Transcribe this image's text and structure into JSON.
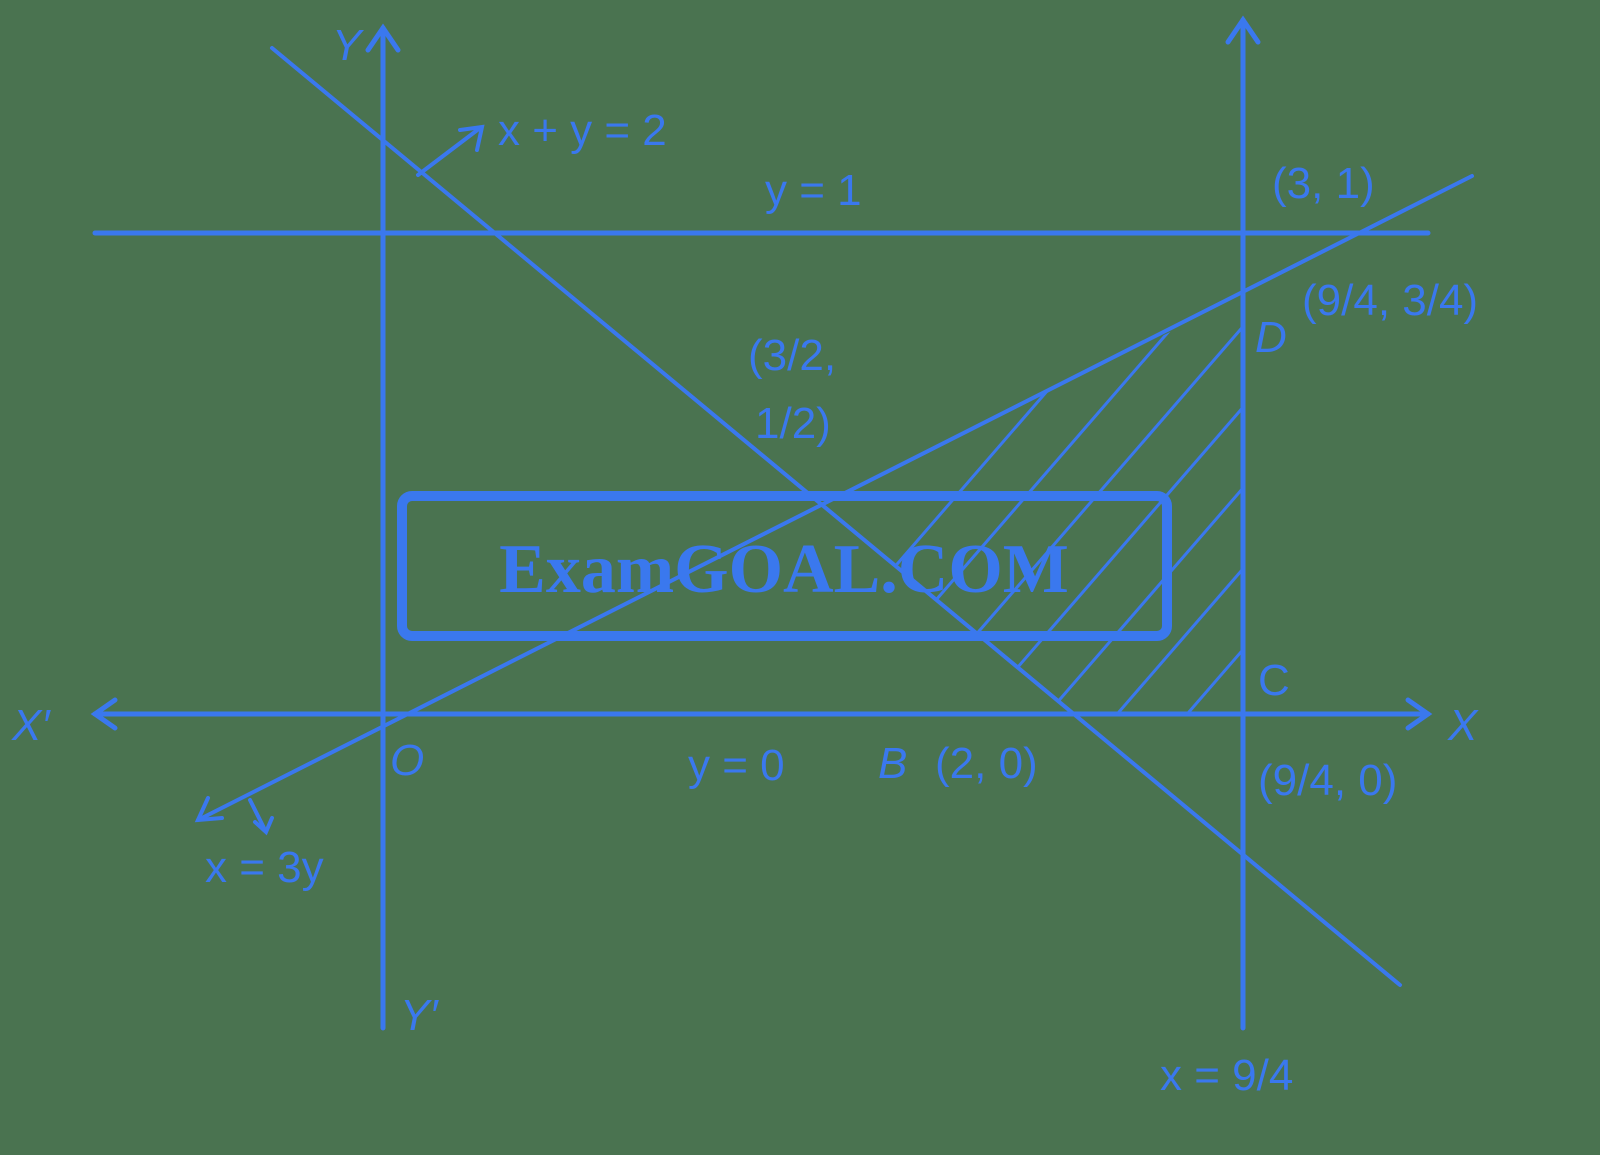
{
  "diagram": {
    "type": "linear-programming-feasible-region",
    "colors": {
      "background": "#4a7350",
      "ink": "#3a78ee"
    },
    "axes": {
      "x_pos_label": "X",
      "x_neg_label": "X′",
      "y_pos_label": "Y",
      "y_neg_label": "Y′",
      "origin_label": "O"
    },
    "lines": {
      "x_plus_y": "x + y = 2",
      "y_one": "y = 1",
      "y_zero": "y = 0",
      "x_3y": "x = 3y",
      "x_nine_quarters": "x = 9/4"
    },
    "points": {
      "intersection_label_line1": "(3/2,",
      "intersection_label_line2": "1/2)",
      "three_one": "(3, 1)",
      "D_name": "D",
      "D_coords": "(9/4, 3/4)",
      "B_name": "B",
      "B_coords": "(2, 0)",
      "C_name": "C",
      "C_coords": "(9/4, 0)"
    },
    "watermark": "ExamGOAL.COM",
    "shaded_region": "Quadrilateral bounded by B(2,0), C(9/4,0), D(9/4,3/4) and (3/2,1/2)"
  }
}
